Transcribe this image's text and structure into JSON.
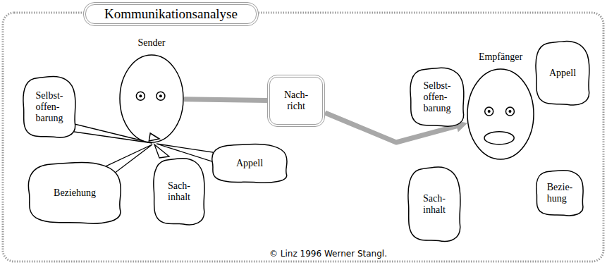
{
  "diagram": {
    "title": "Kommunikationsanalyse",
    "nodes": [
      {
        "text": [
          "Sender"
        ]
      },
      {
        "text": [
          "Selbst- offen- barung"
        ]
      },
      {
        "text": [
          "Beziehung"
        ]
      },
      {
        "text": [
          "Sach- inhalt"
        ]
      },
      {
        "text": [
          "Appell"
        ]
      },
      {
        "text": [
          "Nach- richt"
        ]
      },
      {
        "text": [
          "Empfänger"
        ]
      },
      {
        "text": [
          "Selbst- offen- barung"
        ]
      },
      {
        "text": [
          "Appell"
        ]
      },
      {
        "text": [
          "Sach- inhalt"
        ]
      },
      {
        "text": [
          "Bezie- hung"
        ]
      }
    ],
    "edges": [
      {
        "from": 0,
        "to": 5,
        "arrow": "none"
      },
      {
        "from": 5,
        "to": 6,
        "arrow": "to"
      }
    ],
    "labels": [
      "© Linz 1996 Werner Stangl."
    ]
  }
}
